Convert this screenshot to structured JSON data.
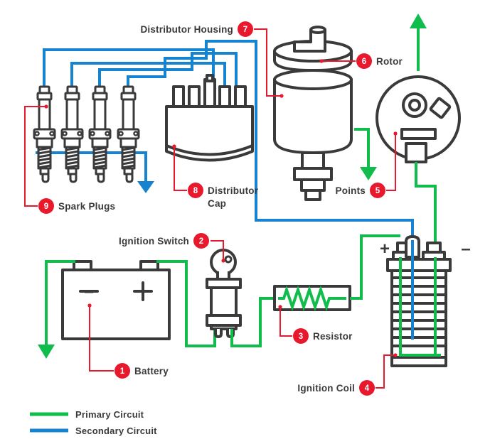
{
  "diagram": {
    "title": "Automotive Ignition System Diagram",
    "colors": {
      "primary_circuit": "#0FBC4C",
      "secondary_circuit": "#1583D0",
      "callout_badge": "#E8192C",
      "outline": "#3a3a3a",
      "background": "#ffffff"
    }
  },
  "callouts": [
    {
      "number": "1",
      "label": "Battery",
      "label_side": "right"
    },
    {
      "number": "2",
      "label": "Ignition Switch",
      "label_side": "left"
    },
    {
      "number": "3",
      "label": "Resistor",
      "label_side": "right"
    },
    {
      "number": "4",
      "label": "Ignition Coil",
      "label_side": "left"
    },
    {
      "number": "5",
      "label": "Points",
      "label_side": "left"
    },
    {
      "number": "6",
      "label": "Rotor",
      "label_side": "right"
    },
    {
      "number": "7",
      "label": "Distributor Housing",
      "label_side": "left"
    },
    {
      "number": "8",
      "label": "Distributor Cap",
      "label_side": "right"
    },
    {
      "number": "9",
      "label": "Spark Plugs",
      "label_side": "right"
    }
  ],
  "battery": {
    "negative_terminal": "–",
    "positive_terminal": "+"
  },
  "coil": {
    "positive_terminal": "+",
    "negative_terminal": "–"
  },
  "legend": {
    "items": [
      {
        "label": "Primary Circuit",
        "color": "#0FBC4C"
      },
      {
        "label": "Secondary Circuit",
        "color": "#1583D0"
      }
    ]
  }
}
